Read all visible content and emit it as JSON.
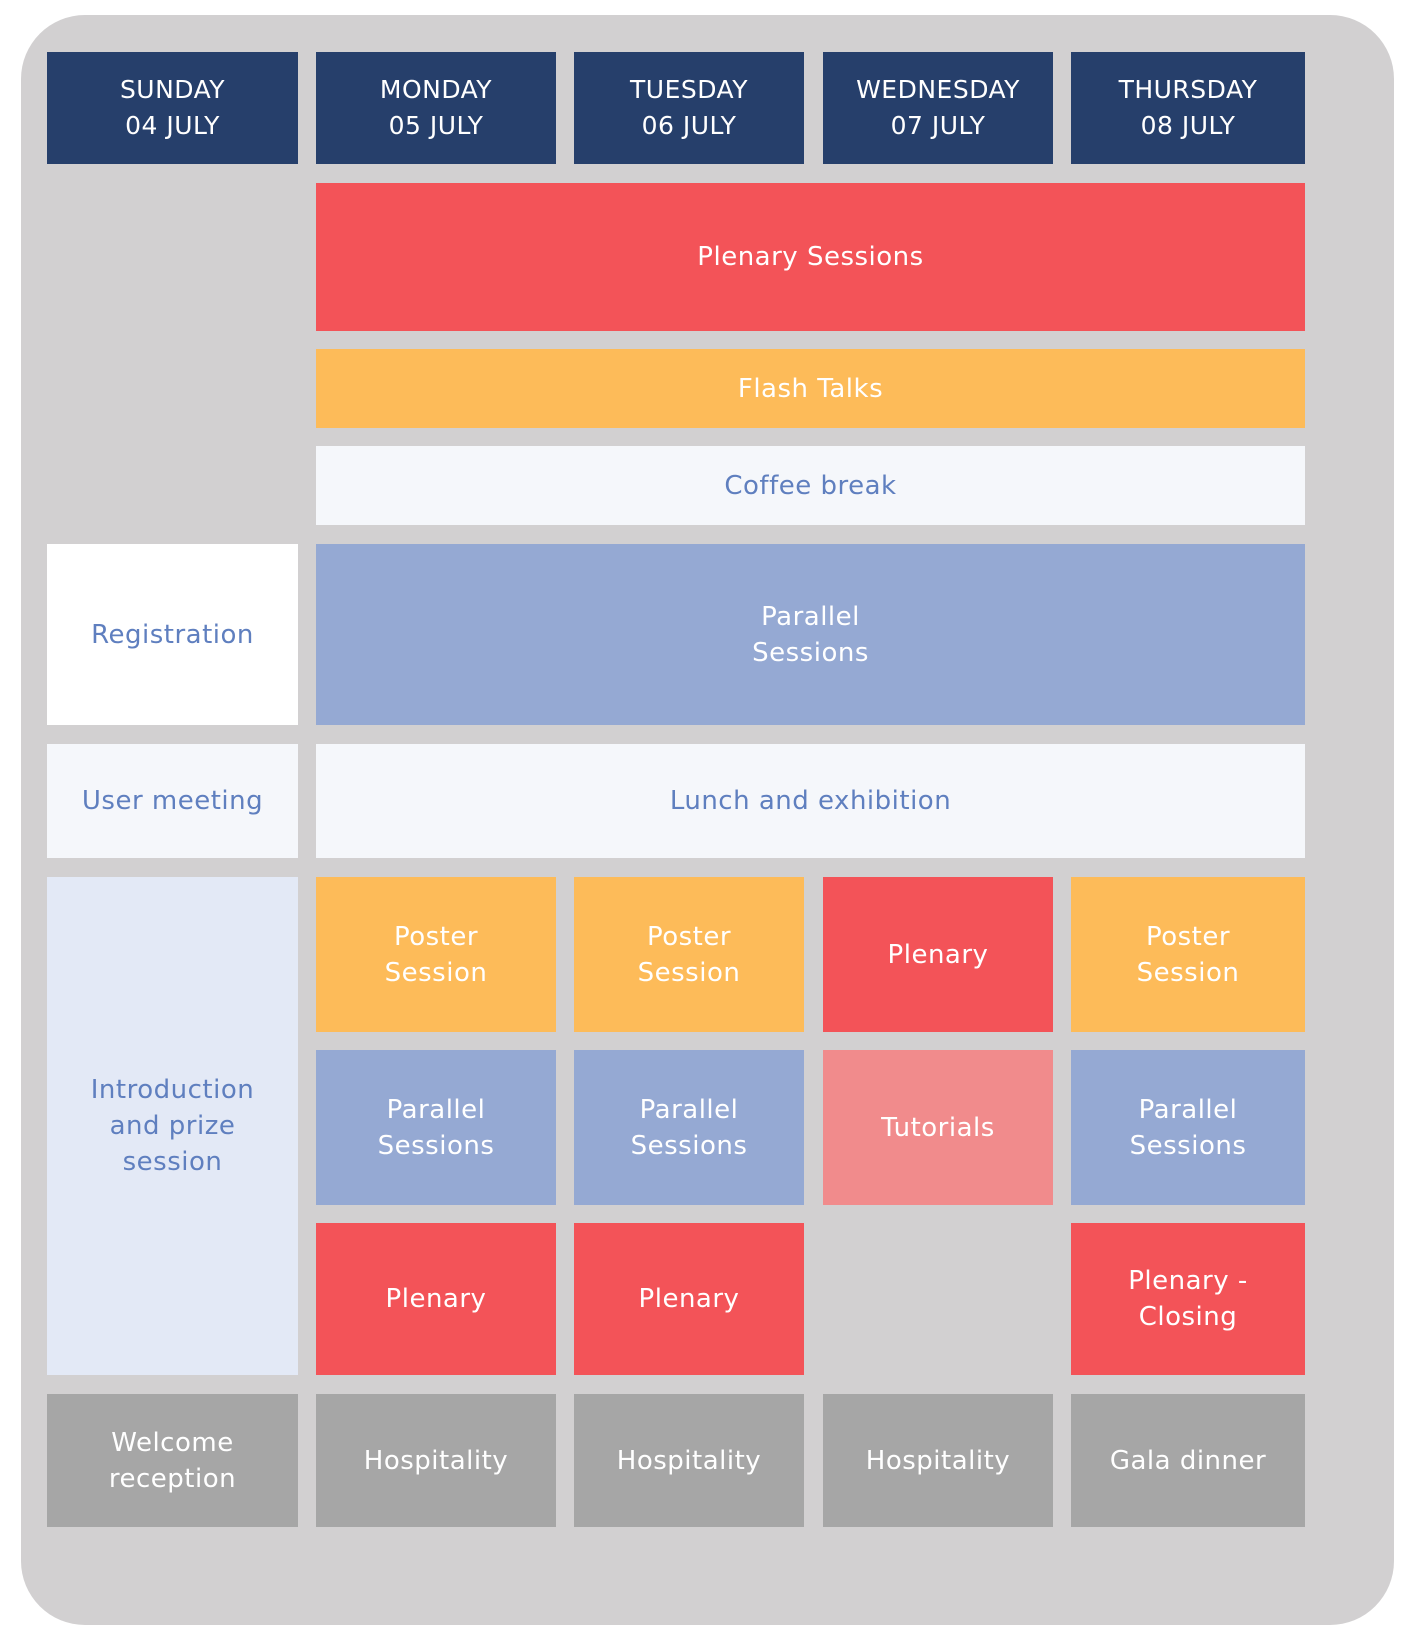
{
  "days": [
    {
      "name": "SUNDAY",
      "date": "04 JULY"
    },
    {
      "name": "MONDAY",
      "date": "05 JULY"
    },
    {
      "name": "TUESDAY",
      "date": "06 JULY"
    },
    {
      "name": "WEDNESDAY",
      "date": "07 JULY"
    },
    {
      "name": "THURSDAY",
      "date": "08 JULY"
    }
  ],
  "morning": {
    "plenary": "Plenary Sessions",
    "flash": "Flash Talks",
    "coffee": "Coffee break",
    "parallel": "Parallel\nSessions",
    "lunch": "Lunch and exhibition"
  },
  "sunday": {
    "registration": "Registration",
    "user_meeting": "User meeting",
    "intro": "Introduction\nand prize\nsession",
    "evening": "Welcome\nreception"
  },
  "afternoon": {
    "monday": [
      "Poster\nSession",
      "Parallel\nSessions",
      "Plenary"
    ],
    "tuesday": [
      "Poster\nSession",
      "Parallel\nSessions",
      "Plenary"
    ],
    "wednesday": [
      "Plenary",
      "Tutorials"
    ],
    "thursday": [
      "Poster\nSession",
      "Parallel\nSessions",
      "Plenary -\nClosing"
    ]
  },
  "evening": [
    "Hospitality",
    "Hospitality",
    "Hospitality",
    "Gala dinner"
  ],
  "colors": {
    "frame": "#d2d0d1",
    "header": "#263f6b",
    "plenary": "#f35358",
    "poster": "#fdbb59",
    "parallel": "#95a9d3",
    "tutorial": "#f18b8c",
    "evening": "#a6a6a6",
    "text_blue": "#5f7fbf"
  }
}
